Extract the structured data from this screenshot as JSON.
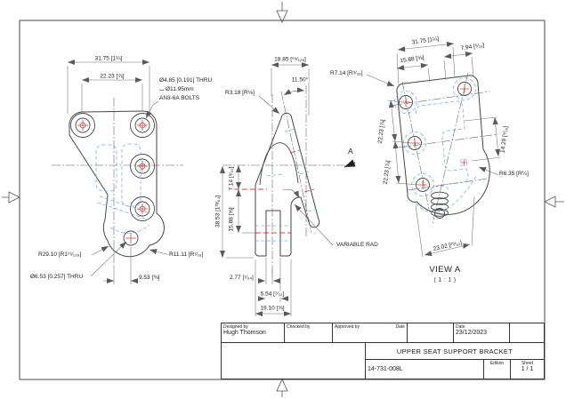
{
  "sheet": {
    "title_block": {
      "designed_by_label": "Designed by",
      "designed_by_value": "Hugh Thomson",
      "checked_by_label": "Checked by",
      "approved_by_label": "Approved by",
      "approved_date_label": "Date",
      "date_label": "Date",
      "date_value": "23/12/2023",
      "title": "UPPER SEAT SUPPORT BRACKET",
      "drawing_number": "14-731-008L",
      "edition_label": "Edition",
      "sheet_label": "Sheet",
      "sheet_value": "1 / 1"
    }
  },
  "views": {
    "front": {
      "dims": {
        "width_outer": "31.75 [1¼]",
        "width_inner": "22.23 [⅞]",
        "bolt_note": [
          "Ø4.85 [0.191] THRU",
          "⌴ Ø11.95mm",
          "AN3-6A BOLTS"
        ],
        "radius_left": "R29.10 [R1¹⁹⁄₁₂₈]",
        "radius_right": "R11.11 [R⁷⁄₁₆]",
        "hole_note": "Ø6.53 [0.257] THRU",
        "offset": "9.53 [⅜]"
      }
    },
    "side": {
      "dims": {
        "top_width": "18.85 [⁹⁵⁄₁₂₈]",
        "angle": "11.50°",
        "tip_radius": "R3.18 [R⅛]",
        "overall_height": "38.53 [1³³⁄₆₄]",
        "upper_height": "7.14 [⁹⁄₃₂]",
        "slot_height": "15.88 [⅝]",
        "slot_half_width": "2.77 [⁷⁄₆₄]",
        "slot_width": "5.54 [⁷⁄₃₂]",
        "base_width": "19.10 [¾]",
        "variable_rad": "VARIABLE RAD"
      },
      "view_arrow_label": "A"
    },
    "view_a": {
      "title": "VIEW A",
      "scale": "( 1 : 1 )",
      "dims": {
        "width_outer": "31.75 [1¼]",
        "width_inner": "15.88 [⅝]",
        "corner_offset": "7.94 [⁵⁄₁₆]",
        "corner_radius": "R7.14 [R⁹⁄₃₂]",
        "hole_spacing_1": "22.23 [⅞]",
        "hole_spacing_2": "22.23 [⅞]",
        "side_offset": "14.29 [⁹⁄₁₆]",
        "lobe_radius": "R6.35 [R¼]",
        "bottom_width": "23.02 [²⁹⁄₃₂]"
      }
    }
  },
  "colors": {
    "object_line": "#454545",
    "hidden_line": "#85aede",
    "center_mark": "#cc4747",
    "dimension_line": "#6e6e6e"
  }
}
